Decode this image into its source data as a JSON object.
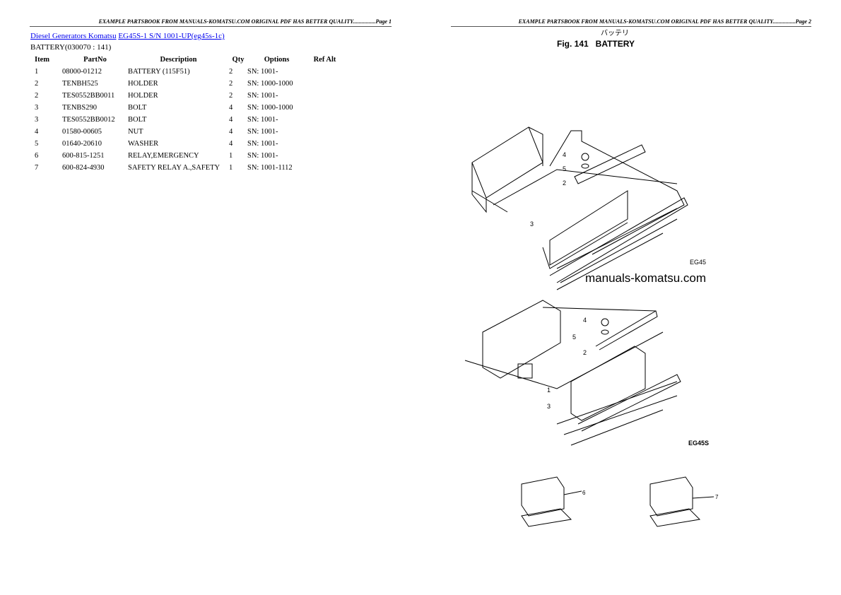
{
  "page1": {
    "header": "EXAMPLE PARTSBOOK FROM MANUALS-KOMATSU.COM ORIGINAL PDF HAS BETTER QUALITY................Page 1",
    "breadcrumb": {
      "category_link": "Diesel Generators Komatsu",
      "model_link": "EG45S-1 S/N 1001-UP(eg45s-1c)"
    },
    "section": "BATTERY(030070 : 141)",
    "table": {
      "columns": [
        "Item",
        "PartNo",
        "Description",
        "Qty",
        "Options",
        "Ref Alt"
      ],
      "rows": [
        [
          "1",
          "08000-01212",
          "BATTERY (115F51)",
          "2",
          "SN: 1001-",
          ""
        ],
        [
          "2",
          "TENBH525",
          "HOLDER",
          "2",
          "SN: 1000-1000",
          ""
        ],
        [
          "2",
          "TES0552BB0011",
          "HOLDER",
          "2",
          "SN: 1001-",
          ""
        ],
        [
          "3",
          "TENBS290",
          "BOLT",
          "4",
          "SN: 1000-1000",
          ""
        ],
        [
          "3",
          "TES0552BB0012",
          "BOLT",
          "4",
          "SN: 1001-",
          ""
        ],
        [
          "4",
          "01580-00605",
          "NUT",
          "4",
          "SN: 1001-",
          ""
        ],
        [
          "5",
          "01640-20610",
          "WASHER",
          "4",
          "SN: 1001-",
          ""
        ],
        [
          "6",
          "600-815-1251",
          "RELAY,EMERGENCY",
          "1",
          "SN: 1001-",
          ""
        ],
        [
          "7",
          "600-824-4930",
          "SAFETY RELAY A.,SAFETY",
          "1",
          "SN: 1001-1112",
          ""
        ]
      ]
    }
  },
  "page2": {
    "header": "EXAMPLE PARTSBOOK FROM MANUALS-KOMATSU.COM ORIGINAL PDF HAS BETTER QUALITY................Page 2",
    "figure": {
      "japanese_title": "バッテリ",
      "title": "Fig. 141   BATTERY",
      "watermark": "manuals-komatsu.com",
      "model_label_top": "EG45",
      "model_label_bottom": "EG45S",
      "callouts": [
        "1",
        "2",
        "3",
        "4",
        "5",
        "6",
        "7"
      ]
    }
  }
}
